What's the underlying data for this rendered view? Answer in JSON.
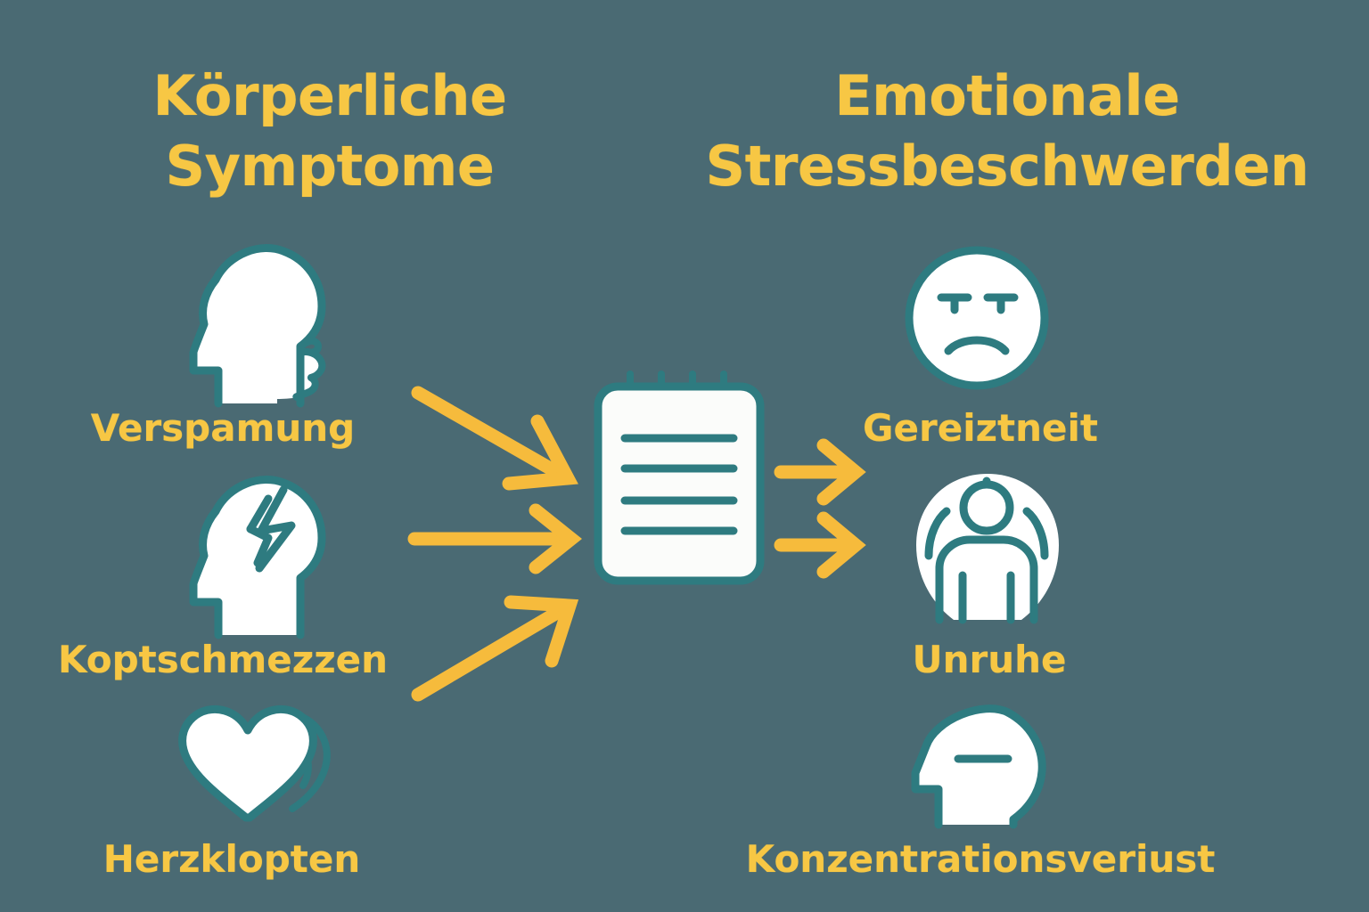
{
  "colors": {
    "background": "#4a6a73",
    "accent_yellow": "#f7c744",
    "arrow_yellow": "#f6bb3c",
    "icon_stroke_teal": "#2e7b80",
    "icon_fill_white": "#ffffff"
  },
  "headings": {
    "left": "Körperliche\nSymptome",
    "right": "Emotionale\nStressbeschwerden"
  },
  "left_column": {
    "items": [
      {
        "label": "Verspamung",
        "icon": "head-profile-icon"
      },
      {
        "label": "Koptschmezzen",
        "icon": "head-lightning-icon"
      },
      {
        "label": "Herzklopten",
        "icon": "heart-pulse-icon"
      }
    ]
  },
  "center": {
    "icon": "spiral-notepad-icon",
    "notepad": {
      "rings": 4,
      "lines": 4
    }
  },
  "right_column": {
    "items": [
      {
        "label": "Gereiztneit",
        "icon": "angry-face-icon"
      },
      {
        "label": "Unruhe",
        "icon": "restless-person-icon"
      },
      {
        "label": "Konzentrationsveriust",
        "icon": "head-minus-icon"
      }
    ]
  },
  "arrows": [
    {
      "name": "arrow-verspamung-to-notepad",
      "direction": "down-right"
    },
    {
      "name": "arrow-koptschmezzen-to-notepad",
      "direction": "right"
    },
    {
      "name": "arrow-herzklopten-to-notepad",
      "direction": "up-right"
    },
    {
      "name": "arrow-notepad-to-gereiztneit",
      "direction": "right"
    },
    {
      "name": "arrow-notepad-to-unruhe",
      "direction": "right"
    }
  ]
}
